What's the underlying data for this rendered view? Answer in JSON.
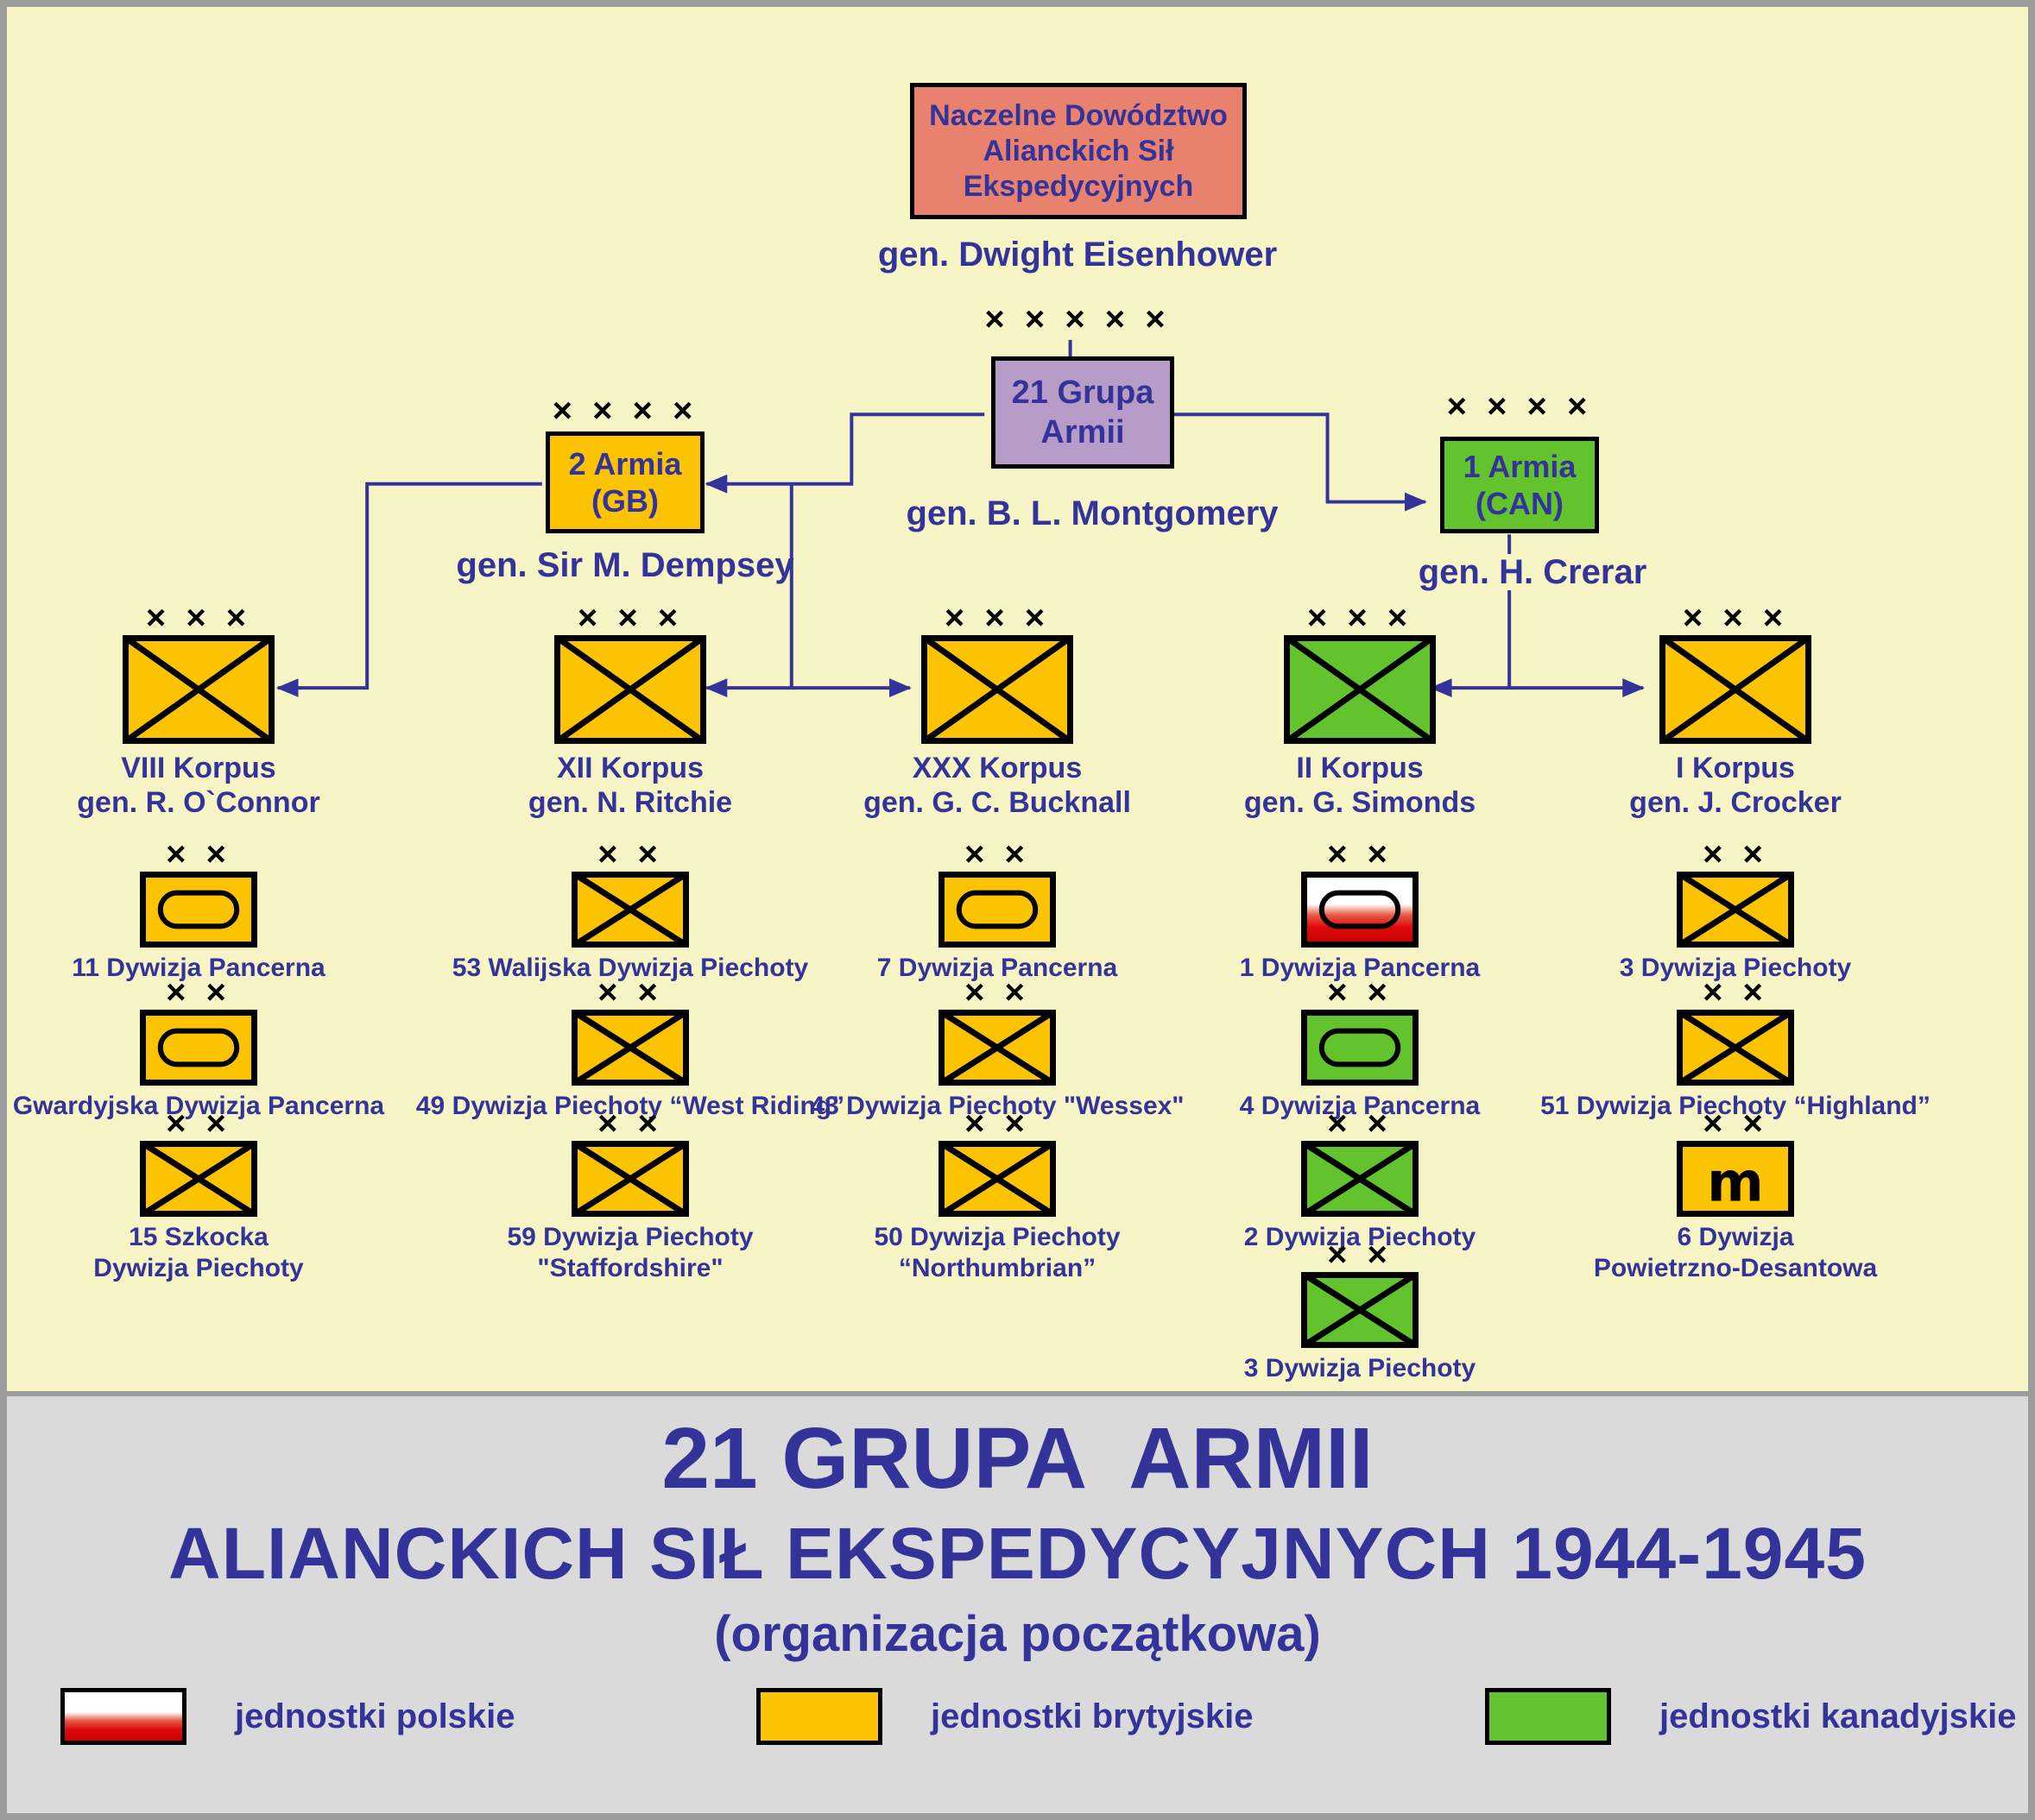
{
  "colors": {
    "page_bg": "#f7f4c6",
    "navy": "#333399",
    "gold": "#fcc300",
    "green": "#62c32c",
    "salmon": "#e8816d",
    "lavender": "#b79cc8",
    "footer_bg": "#dadada",
    "polish_red": "#dd0b0b"
  },
  "nodes": {
    "supreme": {
      "line1": "Naczelne Dowództwo",
      "line2": "Alianckich Sił",
      "line3": "Ekspedycyjnych",
      "commander": "gen. Dwight Eisenhower"
    },
    "army_group": {
      "stars": "× × × × ×",
      "line1": "21 Grupa",
      "line2": "Armii",
      "commander": "gen. B. L. Montgomery"
    },
    "army_gb": {
      "stars": "× × × ×",
      "line1": "2 Armia",
      "line2": "(GB)",
      "commander": "gen. Sir M. Dempsey"
    },
    "army_can": {
      "stars": "× × × ×",
      "line1": "1 Armia",
      "line2": "(CAN)",
      "commander": "gen. H. Crerar"
    }
  },
  "corps": [
    {
      "stars": "× × ×",
      "name": "VIII Korpus",
      "commander": "gen. R. O`Connor",
      "symbol": {
        "type": "infantry",
        "fill": "gold"
      }
    },
    {
      "stars": "× × ×",
      "name": "XII Korpus",
      "commander": "gen. N. Ritchie",
      "symbol": {
        "type": "infantry",
        "fill": "gold"
      }
    },
    {
      "stars": "× × ×",
      "name": "XXX Korpus",
      "commander": "gen. G. C. Bucknall",
      "symbol": {
        "type": "infantry",
        "fill": "gold"
      }
    },
    {
      "stars": "× × ×",
      "name": "II Korpus",
      "commander": "gen. G. Simonds",
      "symbol": {
        "type": "infantry",
        "fill": "green"
      }
    },
    {
      "stars": "× × ×",
      "name": "I Korpus",
      "commander": "gen. J. Crocker",
      "symbol": {
        "type": "infantry",
        "fill": "gold"
      }
    }
  ],
  "divisions": [
    {
      "stars": "× ×",
      "line1": "11 Dywizja Pancerna",
      "line2": "",
      "symbol": {
        "type": "armored",
        "fill": "gold"
      }
    },
    {
      "stars": "× ×",
      "line1": "Gwardyjska Dywizja Pancerna",
      "line2": "",
      "symbol": {
        "type": "armored",
        "fill": "gold"
      }
    },
    {
      "stars": "× ×",
      "line1": "15 Szkocka",
      "line2": "Dywizja Piechoty",
      "symbol": {
        "type": "infantry",
        "fill": "gold"
      }
    },
    {
      "stars": "× ×",
      "line1": "53 Walijska Dywizja Piechoty",
      "line2": "",
      "symbol": {
        "type": "infantry",
        "fill": "gold"
      }
    },
    {
      "stars": "× ×",
      "line1": "49 Dywizja Piechoty “West Riding”",
      "line2": "",
      "symbol": {
        "type": "infantry",
        "fill": "gold"
      }
    },
    {
      "stars": "× ×",
      "line1": "59 Dywizja Piechoty",
      "line2": "\"Staffordshire\"",
      "symbol": {
        "type": "infantry",
        "fill": "gold"
      }
    },
    {
      "stars": "× ×",
      "line1": "7 Dywizja Pancerna",
      "line2": "",
      "symbol": {
        "type": "armored",
        "fill": "gold"
      }
    },
    {
      "stars": "× ×",
      "line1": "43 Dywizja Piechoty \"Wessex\"",
      "line2": "",
      "symbol": {
        "type": "infantry",
        "fill": "gold"
      }
    },
    {
      "stars": "× ×",
      "line1": "50 Dywizja Piechoty",
      "line2": "“Northumbrian”",
      "symbol": {
        "type": "infantry",
        "fill": "gold"
      }
    },
    {
      "stars": "× ×",
      "line1": "1 Dywizja Pancerna",
      "line2": "",
      "symbol": {
        "type": "armored",
        "fill": "polish"
      }
    },
    {
      "stars": "× ×",
      "line1": "4 Dywizja Pancerna",
      "line2": "",
      "symbol": {
        "type": "armored",
        "fill": "green"
      }
    },
    {
      "stars": "× ×",
      "line1": "2 Dywizja Piechoty",
      "line2": "",
      "symbol": {
        "type": "infantry",
        "fill": "green"
      }
    },
    {
      "stars": "× ×",
      "line1": "3 Dywizja Piechoty",
      "line2": "",
      "symbol": {
        "type": "infantry",
        "fill": "green"
      }
    },
    {
      "stars": "× ×",
      "line1": "3 Dywizja Piechoty",
      "line2": "",
      "symbol": {
        "type": "infantry",
        "fill": "gold"
      }
    },
    {
      "stars": "× ×",
      "line1": "51 Dywizja Piechoty “Highland”",
      "line2": "",
      "symbol": {
        "type": "infantry",
        "fill": "gold"
      }
    },
    {
      "stars": "× ×",
      "line1": "6 Dywizja",
      "line2": "Powietrzno-Desantowa",
      "symbol": {
        "type": "airborne",
        "fill": "gold"
      }
    }
  ],
  "footer": {
    "title1": "21 GRUPA  ARMII",
    "title2": "ALIANCKICH SIŁ EKSPEDYCYJNYCH 1944-1945",
    "title3": "(organizacja początkowa)",
    "legend": [
      {
        "label": "jednostki polskie",
        "symbol": {
          "type": "plain",
          "fill": "polish"
        }
      },
      {
        "label": "jednostki brytyjskie",
        "symbol": {
          "type": "plain",
          "fill": "gold"
        }
      },
      {
        "label": "jednostki kanadyjskie",
        "symbol": {
          "type": "plain",
          "fill": "green"
        }
      }
    ]
  }
}
